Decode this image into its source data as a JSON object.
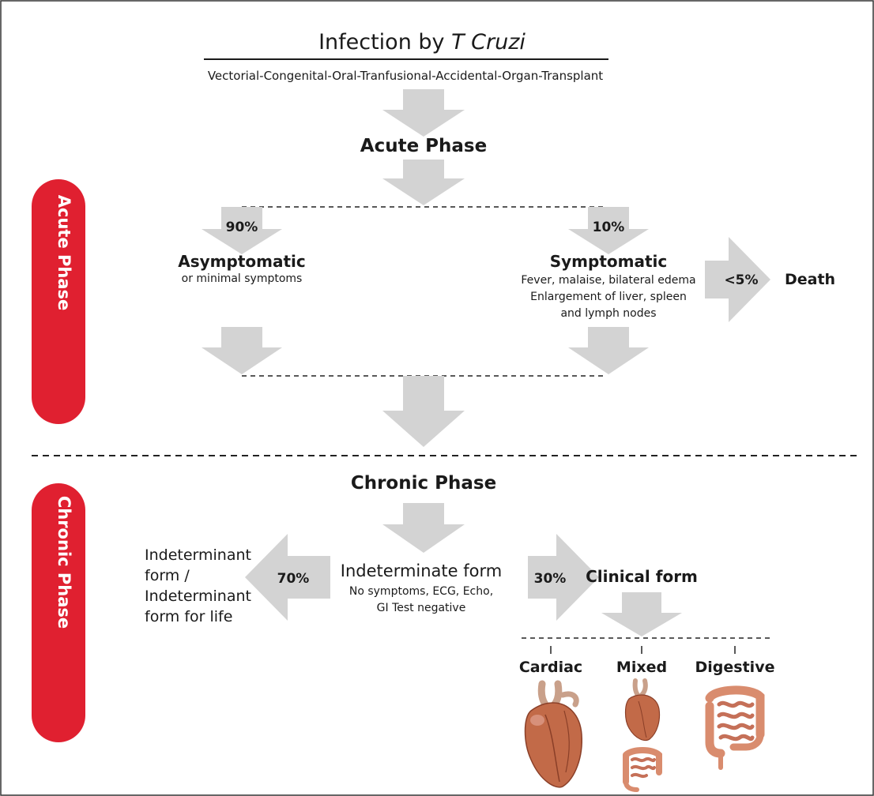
{
  "title": {
    "prefix": "Infection by ",
    "italic": "T Cruzi"
  },
  "routes": "Vectorial-Congenital-Oral-Tranfusional-Accidental-Organ-Transplant",
  "acute_heading": "Acute Phase",
  "side_labels": {
    "acute": "Acute Phase",
    "chronic": "Chronic Phase"
  },
  "asymptomatic": {
    "pct": "90%",
    "title": "Asymptomatic",
    "desc": "or minimal symptoms"
  },
  "symptomatic": {
    "pct": "10%",
    "title": "Symptomatic",
    "lines": [
      "Fever, malaise, bilateral edema",
      "Enlargement of liver, spleen",
      "and lymph nodes"
    ]
  },
  "death": {
    "pct": "<5%",
    "label": "Death"
  },
  "chronic_heading": "Chronic Phase",
  "indeterminant": {
    "pct": "70%",
    "lines": [
      "Indeterminant",
      "form /",
      "Indeterminant",
      "form for life"
    ]
  },
  "indeterminate": {
    "title": "Indeterminate form",
    "lines": [
      "No symptoms, ECG, Echo,",
      "GI Test negative"
    ]
  },
  "clinical": {
    "pct": "30%",
    "title": "Clinical form"
  },
  "forms": {
    "cardiac": "Cardiac",
    "mixed": "Mixed",
    "digestive": "Digestive"
  },
  "colors": {
    "accent_red": "#e02030",
    "arrow_gray": "#d3d3d3",
    "text": "#1a1a1a"
  }
}
